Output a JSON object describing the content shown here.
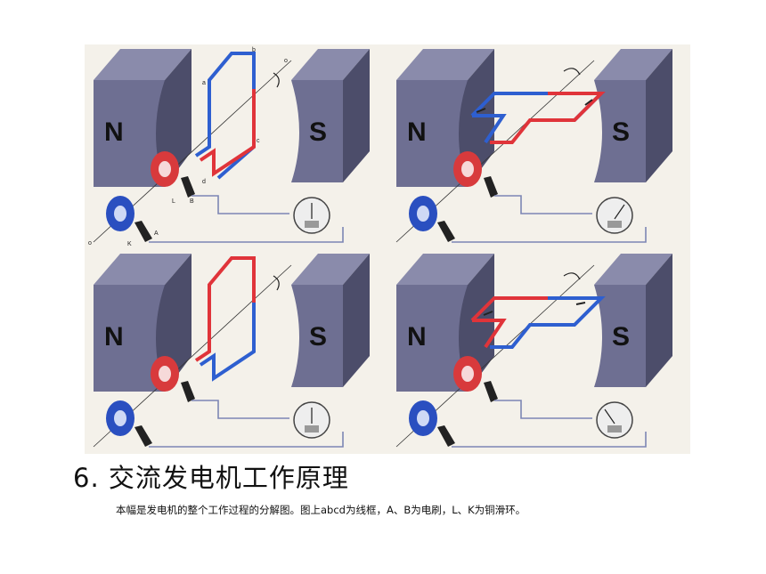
{
  "title": "6. 交流发电机工作原理",
  "caption": "本幅是发电机的整个工作过程的分解图。图上abcd为线框，A、B为电刷，L、K为铜滑环。",
  "poles": {
    "north": "N",
    "south": "S"
  },
  "coil_labels": {
    "a": "a",
    "b": "b",
    "c": "c",
    "d": "d",
    "o": "o"
  },
  "brush_labels": {
    "A": "A",
    "B": "B"
  },
  "ring_labels": {
    "L": "L",
    "K": "K"
  },
  "colors": {
    "magnet": "#6e6f92",
    "magnet_dark": "#4c4d6a",
    "wire_red": "#e0343a",
    "wire_blue": "#2e5fd0",
    "ring_red": "#d83a3c",
    "ring_blue": "#2a4fc0",
    "external_wire": "#7c86b4"
  },
  "icons": [
    "galvanometer-icon",
    "rotation-arrow-icon",
    "current-arrow-icon"
  ]
}
